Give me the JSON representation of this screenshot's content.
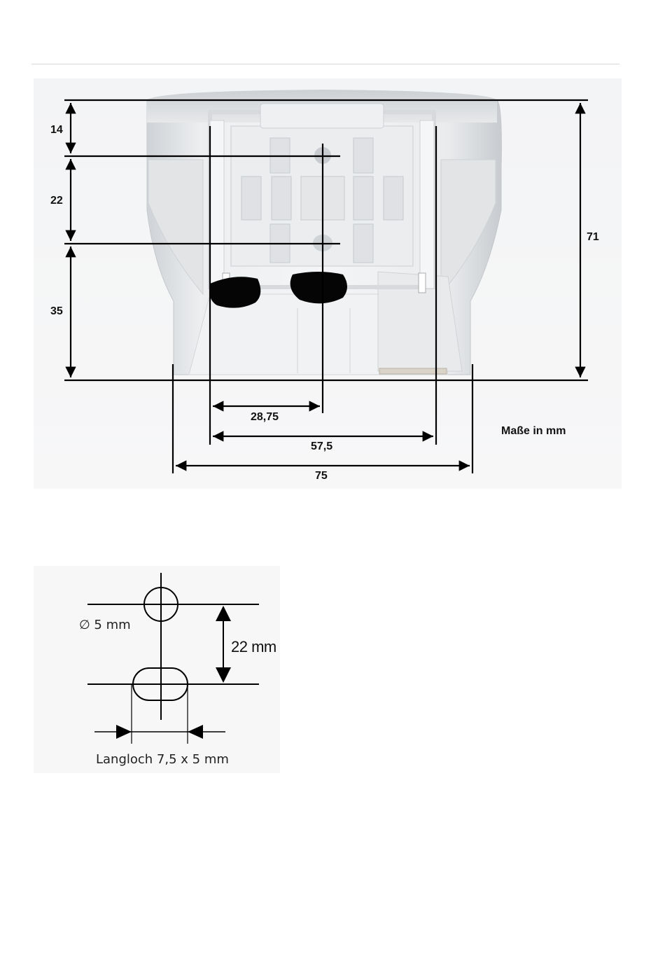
{
  "top_figure": {
    "dim_14": "14",
    "dim_22": "22",
    "dim_35": "35",
    "dim_71": "71",
    "dim_28_75": "28,75",
    "dim_57_5": "57,5",
    "dim_75": "75",
    "unit_note": "Maße in mm"
  },
  "bottom_figure": {
    "hole_diameter": "∅ 5 mm",
    "spacing": "22 mm",
    "slot_label": "Langloch 7,5 x 5 mm"
  }
}
